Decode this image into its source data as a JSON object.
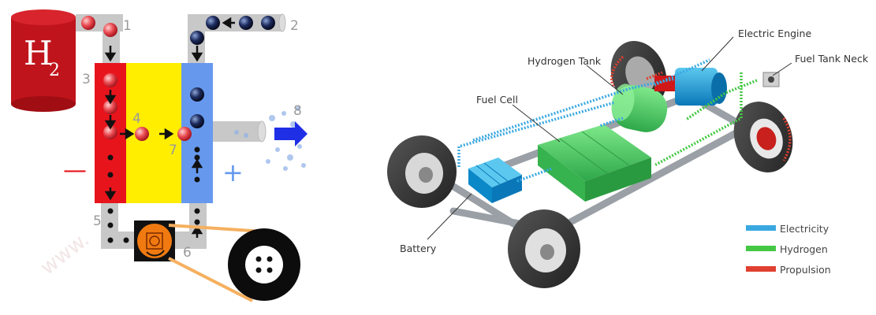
{
  "left_diagram": {
    "tank": {
      "text": "H",
      "subscript": "2",
      "color": "#c0141c"
    },
    "step_numbers": [
      "1",
      "2",
      "3",
      "4",
      "5",
      "6",
      "7",
      "8"
    ],
    "minus_sign": "—",
    "plus_sign": "+",
    "colors": {
      "anode": "#e8141c",
      "electrolyte": "#ffee00",
      "cathode": "#6699ee",
      "pipe": "#c8c8c8",
      "motor": "#f07a10",
      "belt": "#f5b060",
      "arrow_out": "#1f2fe6",
      "hydrogen_particle": "#e94a50",
      "oxygen_particle": "#1c2a5c"
    }
  },
  "car_diagram": {
    "labels": {
      "electric_engine": "Electric Engine",
      "hydrogen_tank": "Hydrogen Tank",
      "fuel_tank_neck": "Fuel Tank Neck",
      "fuel_cell": "Fuel Cell",
      "battery": "Battery"
    },
    "legend": [
      {
        "label": "Electricity",
        "color": "#3aa8e0"
      },
      {
        "label": "Hydrogen",
        "color": "#44c844"
      },
      {
        "label": "Propulsion",
        "color": "#e04030"
      }
    ],
    "colors": {
      "component_blue": "#1aa0d8",
      "component_green": "#4fd060",
      "tire": "#3a3a3a",
      "chassis": "#9aa0a6"
    }
  }
}
